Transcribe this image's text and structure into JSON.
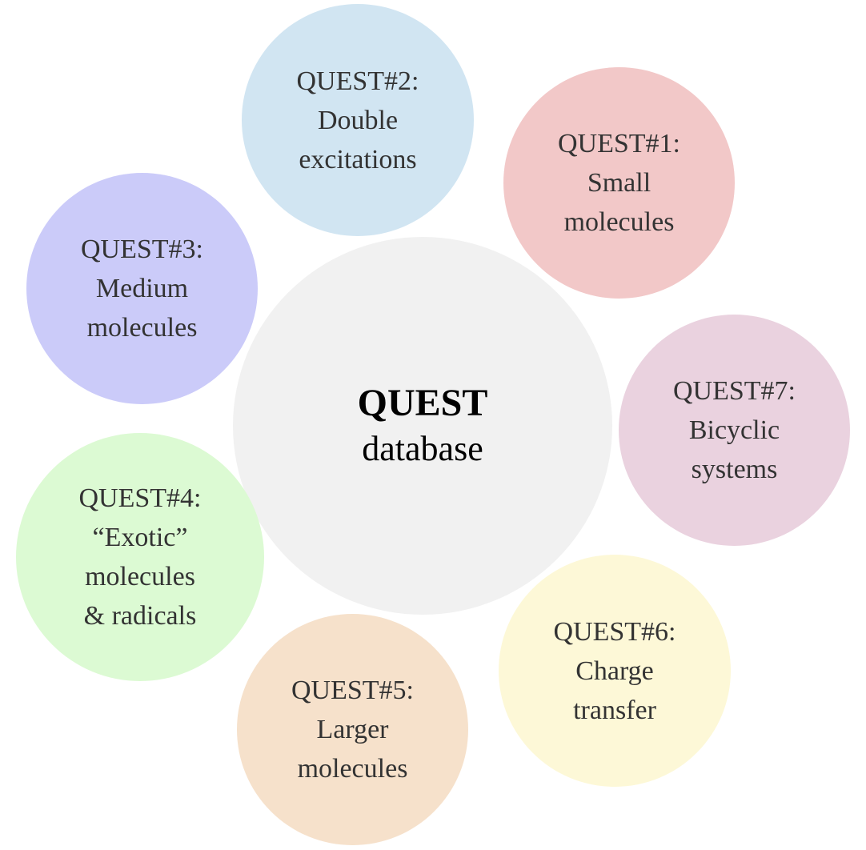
{
  "center": {
    "title": "QUEST",
    "subtitle": "database",
    "color": "#f1f1f1"
  },
  "bubbles": {
    "q1": {
      "lines": [
        "QUEST#1:",
        "Small",
        "molecules"
      ],
      "color": "#f2c8c8"
    },
    "q2": {
      "lines": [
        "QUEST#2:",
        "Double",
        "excitations"
      ],
      "color": "#d1e5f2"
    },
    "q3": {
      "lines": [
        "QUEST#3:",
        "Medium",
        "molecules"
      ],
      "color": "#cbcbf9"
    },
    "q4": {
      "lines": [
        "QUEST#4:",
        "“Exotic”",
        "molecules",
        "& radicals"
      ],
      "color": "#dcfad3"
    },
    "q5": {
      "lines": [
        "QUEST#5:",
        "Larger",
        "molecules"
      ],
      "color": "#f6e1cb"
    },
    "q6": {
      "lines": [
        "QUEST#6:",
        "Charge",
        "transfer"
      ],
      "color": "#fdf8d7"
    },
    "q7": {
      "lines": [
        "QUEST#7:",
        "Bicyclic",
        "systems"
      ],
      "color": "#ead2df"
    }
  }
}
